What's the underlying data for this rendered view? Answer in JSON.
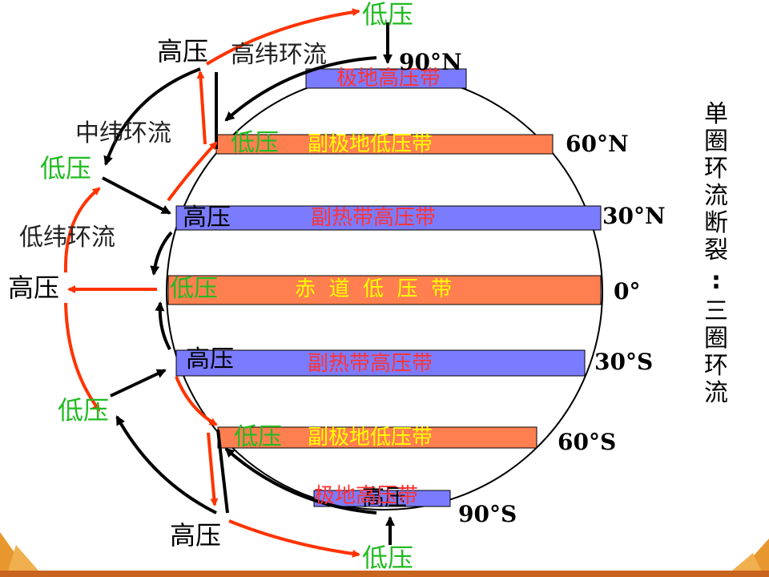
{
  "colors": {
    "low_band": "#ff7f50",
    "high_band": "#7b7bff",
    "arrow_red": "#ff3300",
    "arrow_black": "#000000",
    "low_text": "#22bb22",
    "band_text_red": "#ff3333",
    "band_text_yellow": "#ffff00"
  },
  "labels": {
    "low_top": "低压",
    "high_top_left": "高压",
    "high_lat_circ": "高纬环流",
    "mid_lat_circ": "中纬环流",
    "low_lat_circ": "低纬环流",
    "low_mid_left": "低压",
    "low_60n": "低压",
    "high_30n": "高压",
    "high_left_eq": "高压",
    "low_eq": "低压",
    "high_30s": "高压",
    "low_left_south": "低压",
    "low_60s": "低压",
    "high_90s": "高压",
    "high_bottom_left": "高压",
    "low_bottom": "低压"
  },
  "bands": {
    "polar_high_n": "极地高压带",
    "subpolar_low_n": "副极地低压带",
    "subtropical_high_n": "副热带高压带",
    "equatorial_low": "赤  道  低  压  带",
    "subtropical_high_s": "副热带高压带",
    "subpolar_low_s": "副极地低压带",
    "polar_high_s": "极地高压带"
  },
  "latitudes": {
    "n90": "90°N",
    "n60": "60°N",
    "n30": "30°N",
    "eq": "0°",
    "s30": "30°S",
    "s60": "60°S",
    "s90": "90°S"
  },
  "side_title": [
    "单",
    "圈",
    "环",
    "流",
    "断",
    "裂",
    ":",
    "三",
    "圈",
    "环",
    "流"
  ]
}
